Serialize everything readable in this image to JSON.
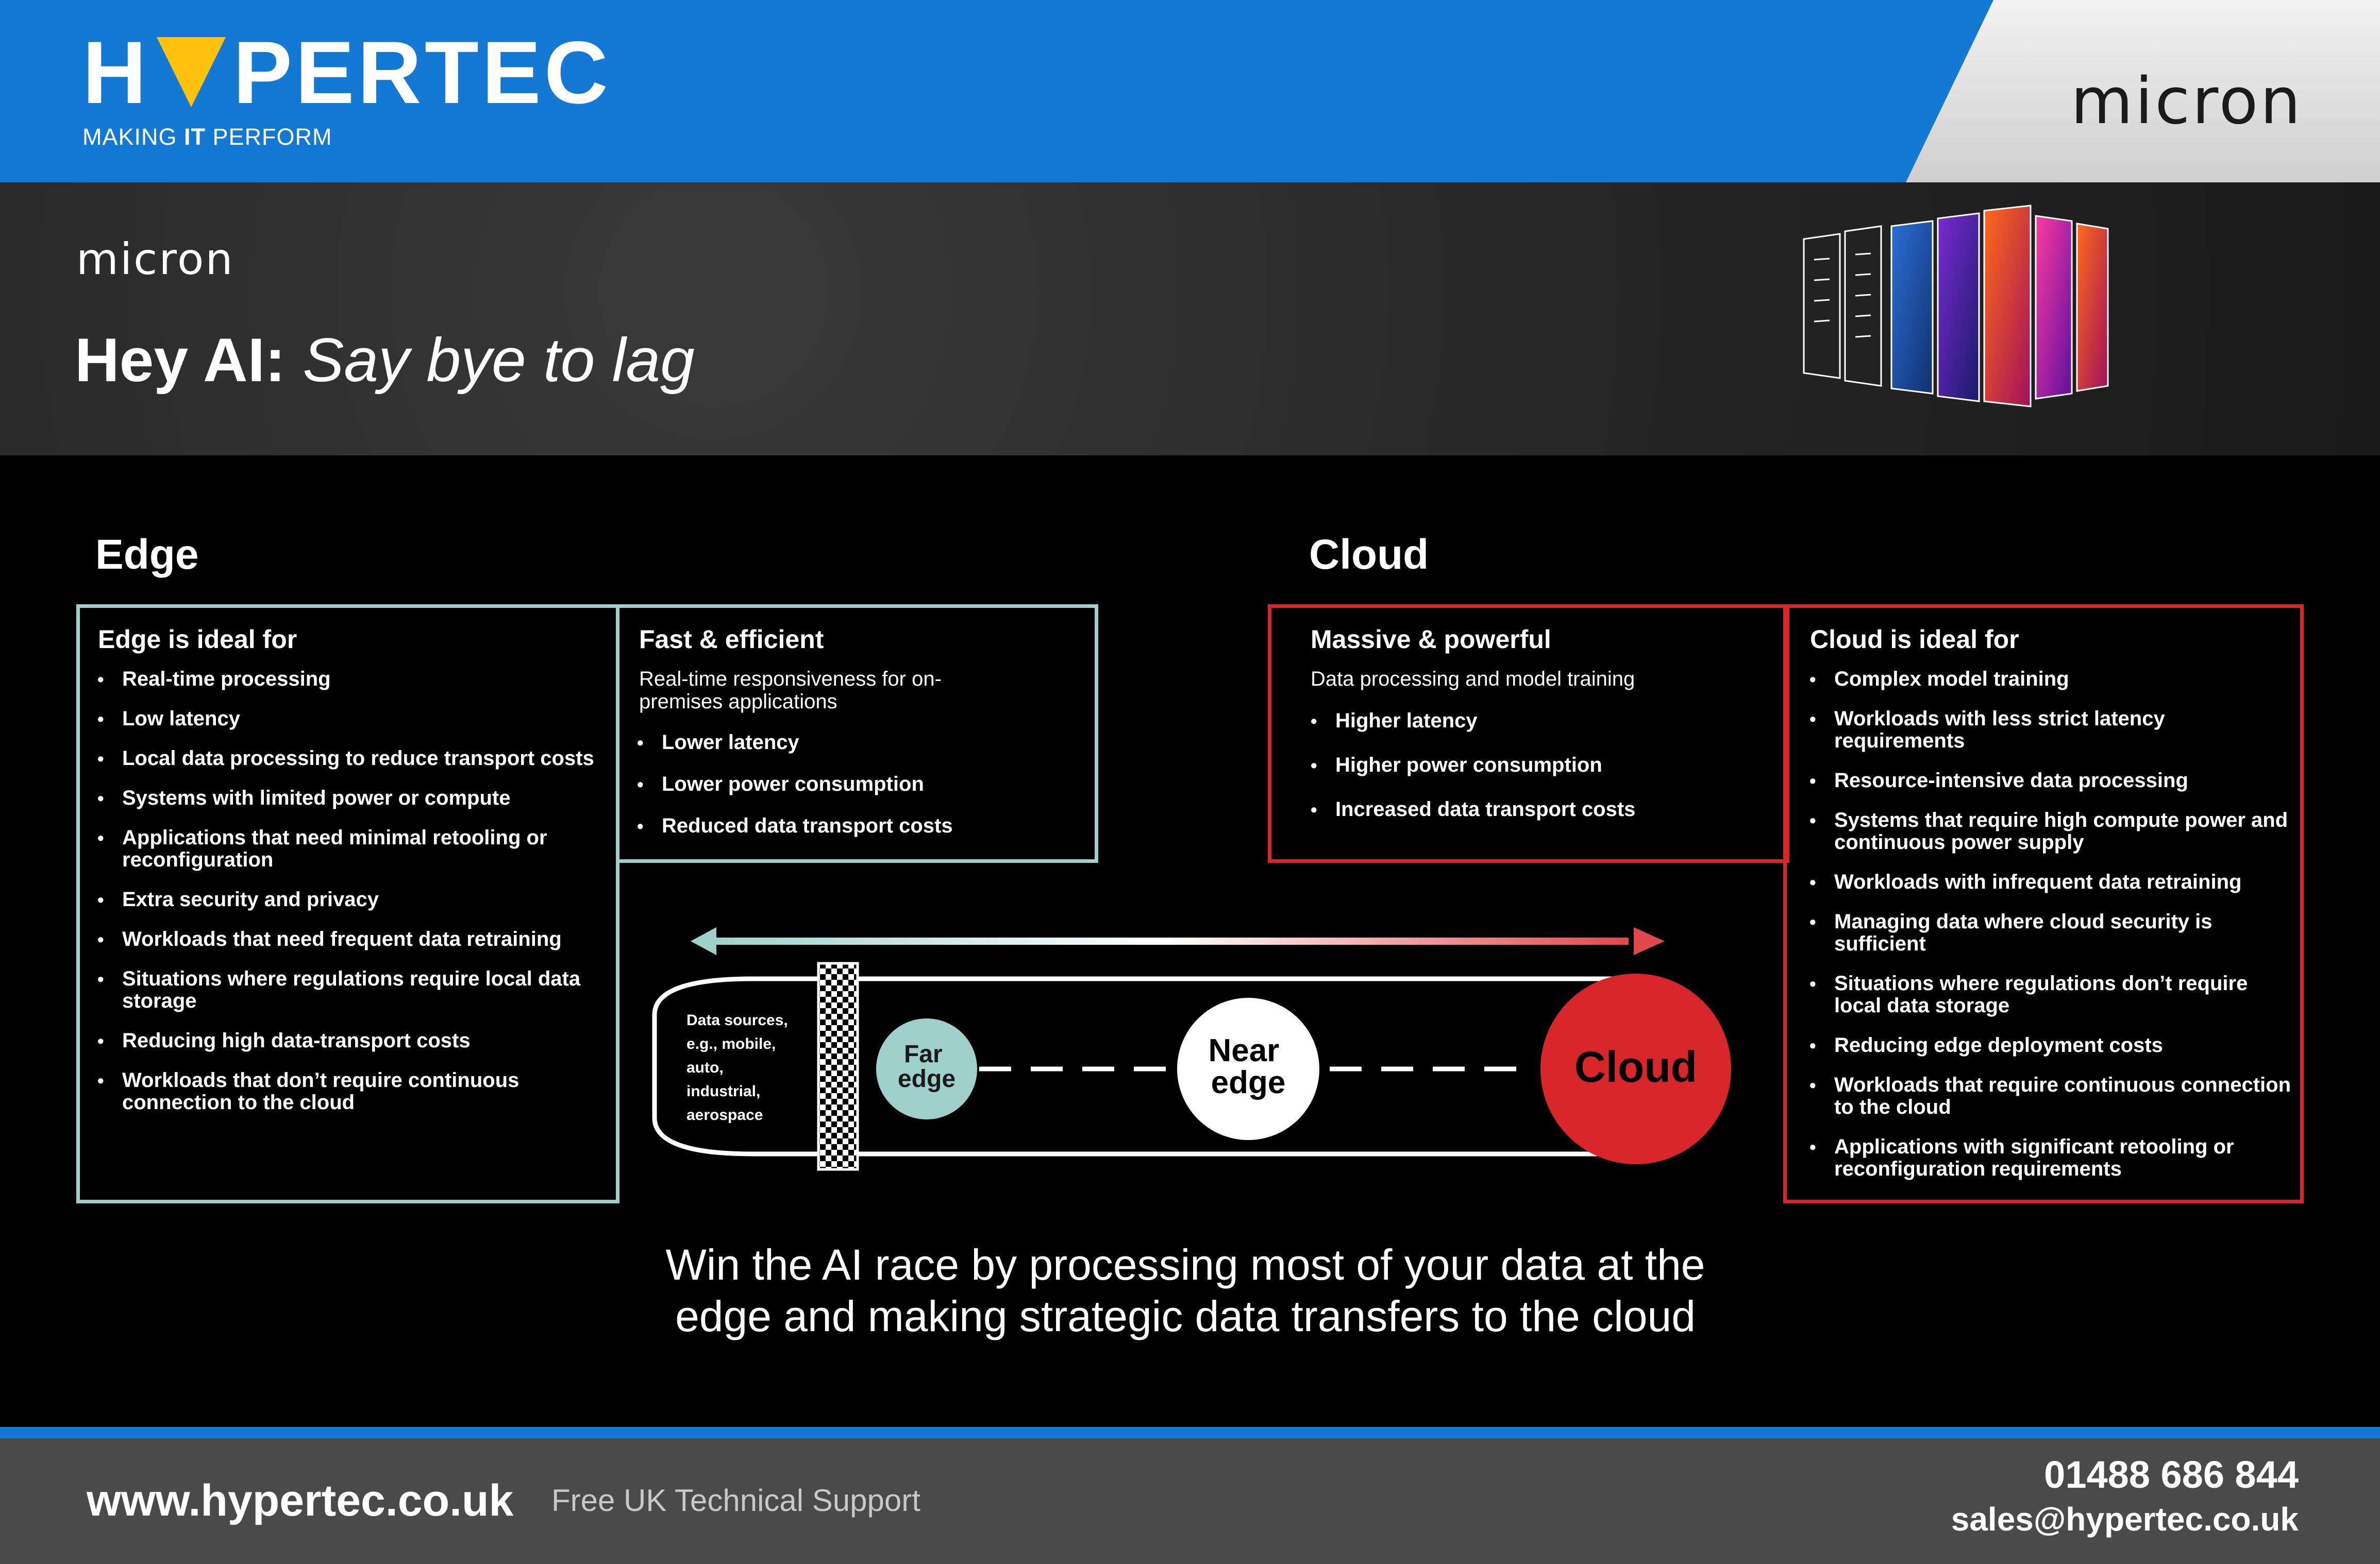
{
  "header": {
    "brand": "HYPERTEC",
    "tagline_pre": "MAKING ",
    "tagline_bold": "IT",
    "tagline_post": " PERFORM",
    "partner_logo": "micron",
    "brand_color": "#1379d4",
    "accent_yellow": "#ffc20e"
  },
  "hero": {
    "logo": "micron",
    "title_bold": "Hey AI:",
    "title_italic": "Say bye to lag"
  },
  "edge": {
    "heading": "Edge",
    "ideal_title": "Edge is ideal for",
    "ideal_items": [
      "Real-time processing",
      "Low latency",
      "Local data processing to reduce transport costs",
      "Systems with limited power or compute",
      "Applications that need minimal retooling or reconfiguration",
      "Extra security and privacy",
      "Workloads that need frequent data retraining",
      "Situations where regulations require local data storage",
      "Reducing high data-transport costs",
      "Workloads that don’t require continuous connection to the cloud"
    ],
    "fast_title": "Fast & efficient",
    "fast_sub": "Real-time responsiveness for on-premises applications",
    "fast_items": [
      "Lower latency",
      "Lower power consumption",
      "Reduced data transport costs"
    ],
    "color": "#9fd0cc"
  },
  "cloud": {
    "heading": "Cloud",
    "massive_title": "Massive & powerful",
    "massive_sub": "Data processing and model training",
    "massive_items": [
      "Higher latency",
      "Higher power consumption",
      "Increased data transport costs"
    ],
    "ideal_title": "Cloud is ideal for",
    "ideal_items": [
      "Complex model training",
      "Workloads with less strict latency requirements",
      "Resource-intensive data processing",
      "Systems that require high compute power and continuous power supply",
      "Workloads with infrequent data retraining",
      "Managing data where cloud security is sufficient",
      "Situations where regulations don’t require local data storage",
      "Reducing edge deployment costs",
      "Workloads that require continuous connection to the cloud",
      "Applications with significant retooling or reconfiguration requirements"
    ],
    "color": "#d8262a"
  },
  "diagram": {
    "sources": [
      "Data sources,",
      "e.g., mobile,",
      "auto,",
      "industrial,",
      "aerospace"
    ],
    "far_edge": [
      "Far",
      "edge"
    ],
    "near_edge": [
      "Near",
      "edge"
    ],
    "cloud": "Cloud"
  },
  "tagline": {
    "line1": "Win the AI race by processing most of your data at the",
    "line2": "edge and making strategic data transfers to the cloud"
  },
  "footer": {
    "url": "www.hypertec.co.uk",
    "support": "Free UK Technical Support",
    "phone": "01488 686 844",
    "email": "sales@hypertec.co.uk"
  }
}
